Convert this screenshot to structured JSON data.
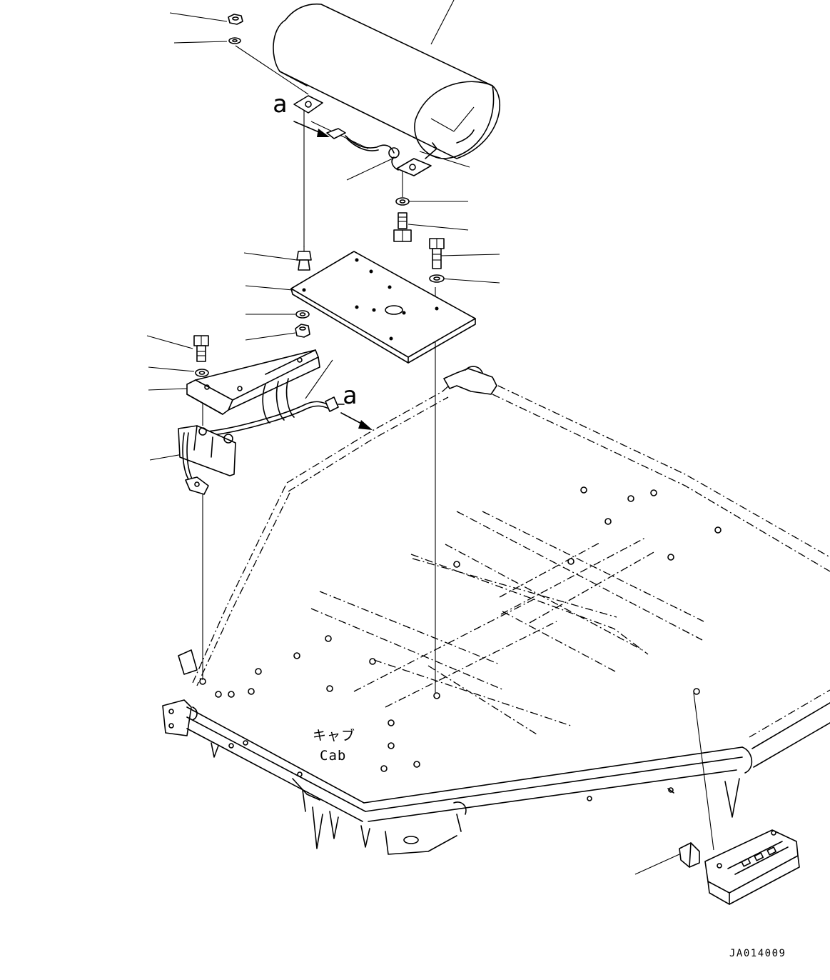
{
  "callouts": {
    "view_marker_top": "a",
    "view_marker_mid": "a",
    "cab_jp": "キャブ",
    "cab_en": "Cab"
  },
  "drawing_id": "JA014009"
}
